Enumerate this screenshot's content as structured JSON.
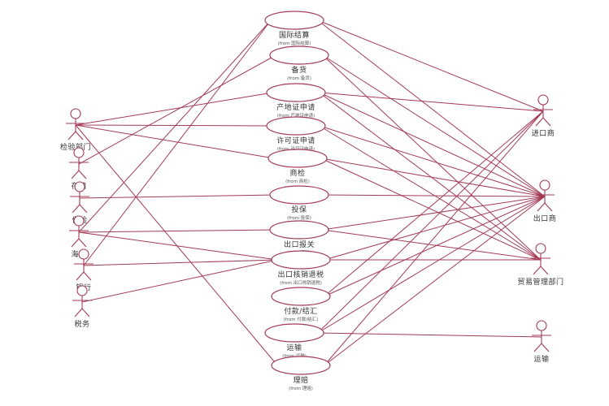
{
  "colors": {
    "stroke": "#a33b55",
    "text": "#333333"
  },
  "usecases": [
    {
      "id": "guoji",
      "title": "国际结算",
      "from": "(from 国际结算)"
    },
    {
      "id": "beihuo",
      "title": "备货",
      "from": "(from 备货)"
    },
    {
      "id": "chandi",
      "title": "产地证申请",
      "from": "(from 产地证申请)"
    },
    {
      "id": "xuke",
      "title": "许可证申请",
      "from": "(from 许可证申请)"
    },
    {
      "id": "shangjian",
      "title": "商检",
      "from": "(from 商检)"
    },
    {
      "id": "toubao",
      "title": "投保",
      "from": "(from 投保)"
    },
    {
      "id": "baoguan",
      "title": "出口报关",
      "from": "(from 报关)"
    },
    {
      "id": "hexiao",
      "title": "出口核销退税",
      "from": "(from 出口核销退税)"
    },
    {
      "id": "fukuan",
      "title": "付款/结汇",
      "from": "(from 付款/结汇)"
    },
    {
      "id": "yunshu",
      "title": "运输",
      "from": "(from 运输)"
    },
    {
      "id": "lipei",
      "title": "理赔",
      "from": "(from 理赔)"
    }
  ],
  "actors": [
    {
      "id": "jianyan",
      "label": "检验部门"
    },
    {
      "id": "cangchu",
      "label": "存储"
    },
    {
      "id": "baoxian",
      "label": "保险"
    },
    {
      "id": "haiguan",
      "label": "海关"
    },
    {
      "id": "yinhang",
      "label": "银行"
    },
    {
      "id": "shuiwu",
      "label": "税务"
    },
    {
      "id": "jinkou",
      "label": "进口商"
    },
    {
      "id": "chukou",
      "label": "出口商"
    },
    {
      "id": "maoyi",
      "label": "贸易管理部门"
    },
    {
      "id": "yunshu_actor",
      "label": "运输"
    }
  ]
}
